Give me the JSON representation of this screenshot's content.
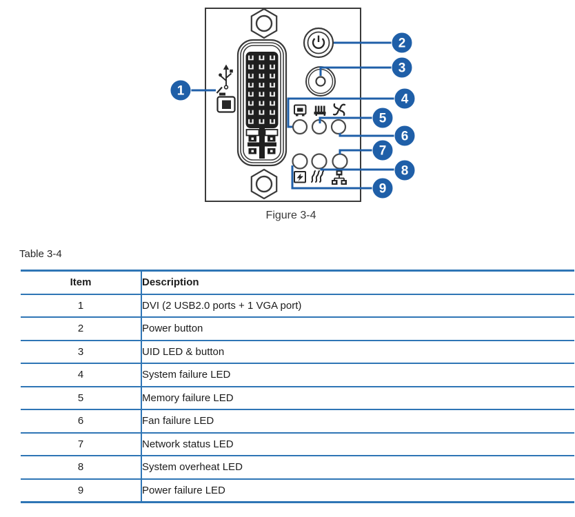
{
  "figure": {
    "caption": "Figure 3-4",
    "callouts": [
      "1",
      "2",
      "3",
      "4",
      "5",
      "6",
      "7",
      "8",
      "9"
    ],
    "icon_names": [
      "usb-icon",
      "dvi-port-icon",
      "screw-icon",
      "power-button-icon",
      "uid-button-icon",
      "system-failure-icon",
      "memory-failure-icon",
      "fan-failure-icon",
      "power-failure-icon",
      "system-overheat-icon",
      "network-status-icon"
    ]
  },
  "table": {
    "title": "Table 3-4",
    "columns": [
      "Item",
      "Description"
    ],
    "rows": [
      {
        "item": "1",
        "description": "DVI (2 USB2.0 ports + 1 VGA port)"
      },
      {
        "item": "2",
        "description": "Power button"
      },
      {
        "item": "3",
        "description": "UID LED & button"
      },
      {
        "item": "4",
        "description": "System failure LED"
      },
      {
        "item": "5",
        "description": "Memory failure LED"
      },
      {
        "item": "6",
        "description": "Fan failure LED"
      },
      {
        "item": "7",
        "description": "Network status LED"
      },
      {
        "item": "8",
        "description": "System overheat LED"
      },
      {
        "item": "9",
        "description": "Power failure LED"
      }
    ]
  },
  "colors": {
    "callout_blue": "#1f5fa8",
    "table_border_blue": "#2e75b5",
    "outline_dark": "#3a3a3a"
  }
}
